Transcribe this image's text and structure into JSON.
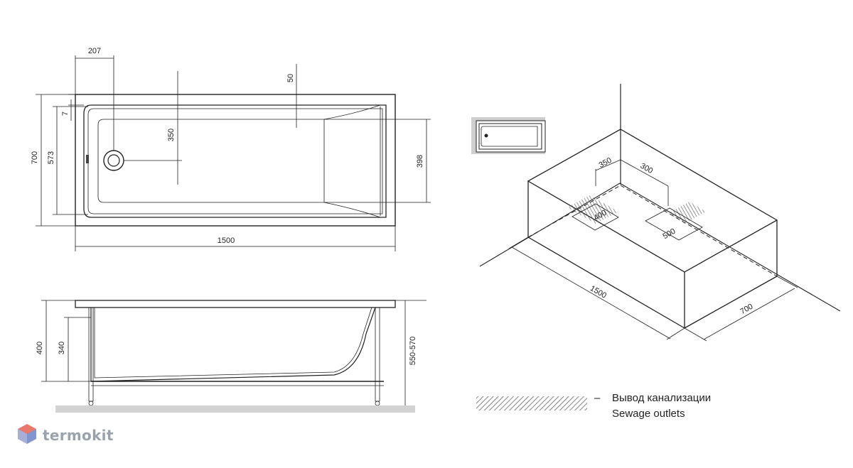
{
  "top_view": {
    "dim_207": "207",
    "dim_50": "50",
    "dim_7": "7",
    "dim_350": "350",
    "dim_700": "700",
    "dim_573": "573",
    "dim_398": "398",
    "dim_1500": "1500"
  },
  "side_view": {
    "dim_400": "400",
    "dim_340": "340",
    "dim_550_570": "550-570"
  },
  "iso_view": {
    "dim_350": "350",
    "dim_300": "300",
    "dim_400": "400",
    "dim_500": "500",
    "dim_1500": "1500",
    "dim_700": "700"
  },
  "legend": {
    "dash": "–",
    "label_ru": "Вывод канализации",
    "label_en": "Sewage outlets"
  },
  "brand": {
    "name": "termokit",
    "color": "#9aa3ad",
    "logo_colors": [
      "#e8796b",
      "#6f9be0"
    ]
  }
}
